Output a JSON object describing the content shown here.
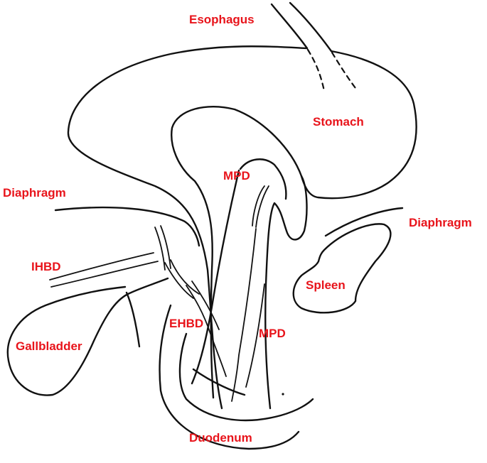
{
  "theme": {
    "label_color": "#e8141b",
    "line_color": "#111111",
    "background": "#ffffff"
  },
  "labels": {
    "esophagus": "Esophagus",
    "stomach": "Stomach",
    "mpd_upper": "MPD",
    "diaphragm_left": "Diaphragm",
    "diaphragm_right": "Diaphragm",
    "ihbd": "IHBD",
    "spleen": "Spleen",
    "ehbd": "EHBD",
    "mpd_lower": "MPD",
    "gallbladder": "Gallbladder",
    "duodenum": "Duodenum"
  }
}
